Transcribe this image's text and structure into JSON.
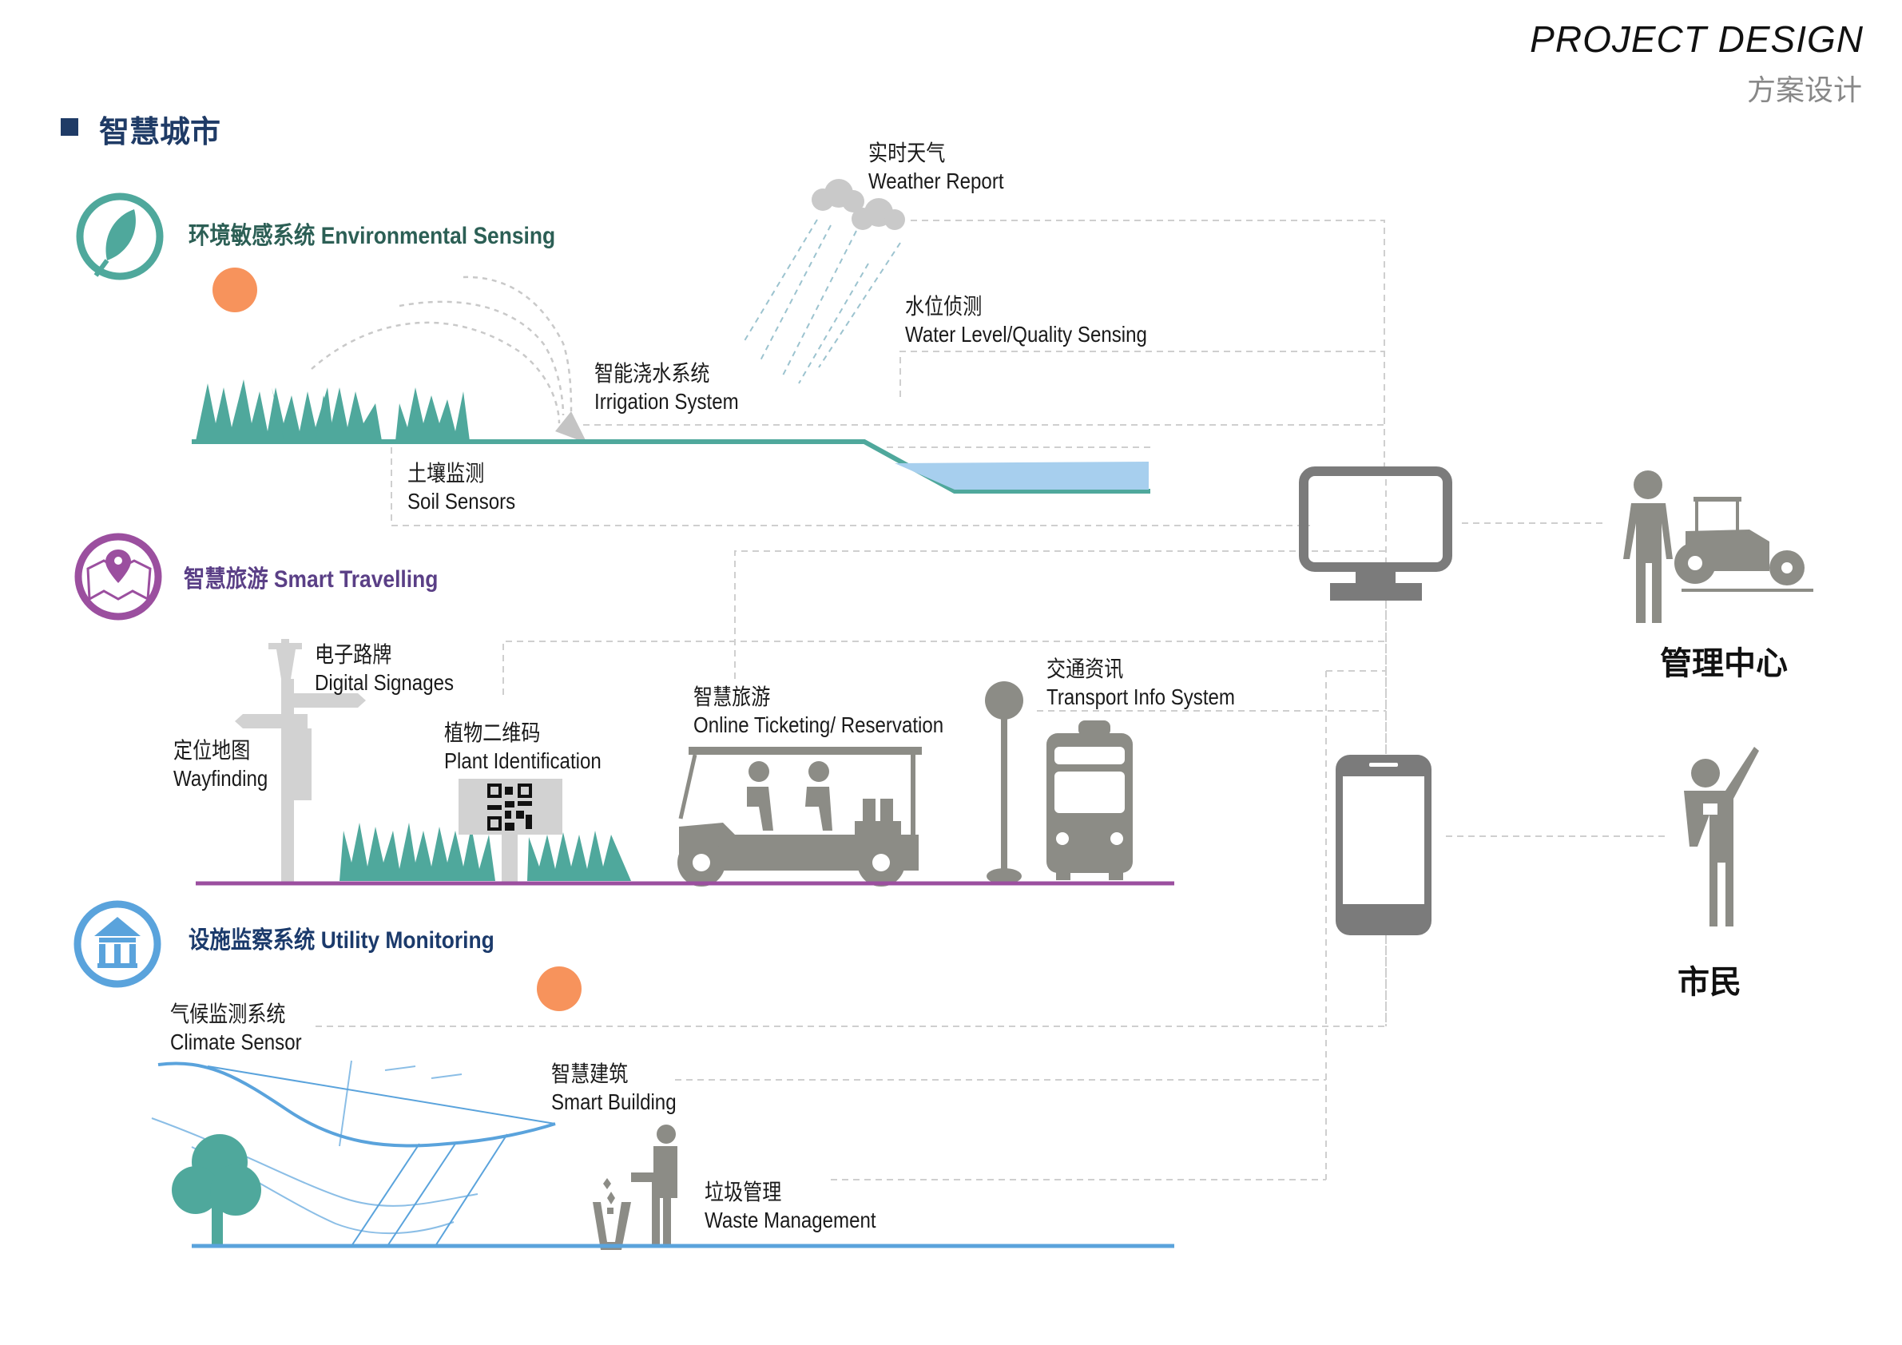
{
  "header": {
    "title_en": "PROJECT DESIGN",
    "title_cn": "方案设计"
  },
  "section": {
    "title": "智慧城市"
  },
  "categories": [
    {
      "id": "env",
      "label": "环境敏感系统 Environmental Sensing",
      "icon": "leaf-icon",
      "color": "#4fa89c"
    },
    {
      "id": "travel",
      "label": "智慧旅游 Smart Travelling",
      "icon": "map-pin-icon",
      "color": "#9b4f9f"
    },
    {
      "id": "utility",
      "label": "设施监察系统 Utility Monitoring",
      "icon": "building-icon",
      "color": "#5aa3dc"
    }
  ],
  "labels": {
    "weather": {
      "cn": "实时天气",
      "en": "Weather Report"
    },
    "water": {
      "cn": "水位侦测",
      "en": "Water Level/Quality  Sensing"
    },
    "irrigation": {
      "cn": "智能浇水系统",
      "en": "Irrigation System"
    },
    "soil": {
      "cn": "土壤监测",
      "en": "Soil Sensors"
    },
    "signage": {
      "cn": "电子路牌",
      "en": "Digital Signages"
    },
    "wayfinding": {
      "cn": "定位地图",
      "en": "Wayfinding"
    },
    "plant": {
      "cn": "植物二维码",
      "en": "Plant Identification"
    },
    "ticketing": {
      "cn": "智慧旅游",
      "en": "Online Ticketing/ Reservation"
    },
    "transport": {
      "cn": "交通资讯",
      "en": "Transport Info System"
    },
    "climate": {
      "cn": "气候监测系统",
      "en": "Climate Sensor"
    },
    "building": {
      "cn": "智慧建筑",
      "en": "Smart Building"
    },
    "waste": {
      "cn": "垃圾管理",
      "en": "Waste Management"
    }
  },
  "endpoints": {
    "management": {
      "label": "管理中心",
      "device": "monitor-icon",
      "figure": "person-tractor-icon"
    },
    "citizen": {
      "label": "市民",
      "device": "smartphone-icon",
      "figure": "tourist-waving-icon"
    }
  },
  "colors": {
    "teal": "#4fa89c",
    "purple": "#9b4f9f",
    "blue": "#5aa3dc",
    "orange": "#f7935c",
    "gray_icon": "#8c8c86",
    "device_gray": "#7b7b7b",
    "navy": "#1f3b66"
  }
}
